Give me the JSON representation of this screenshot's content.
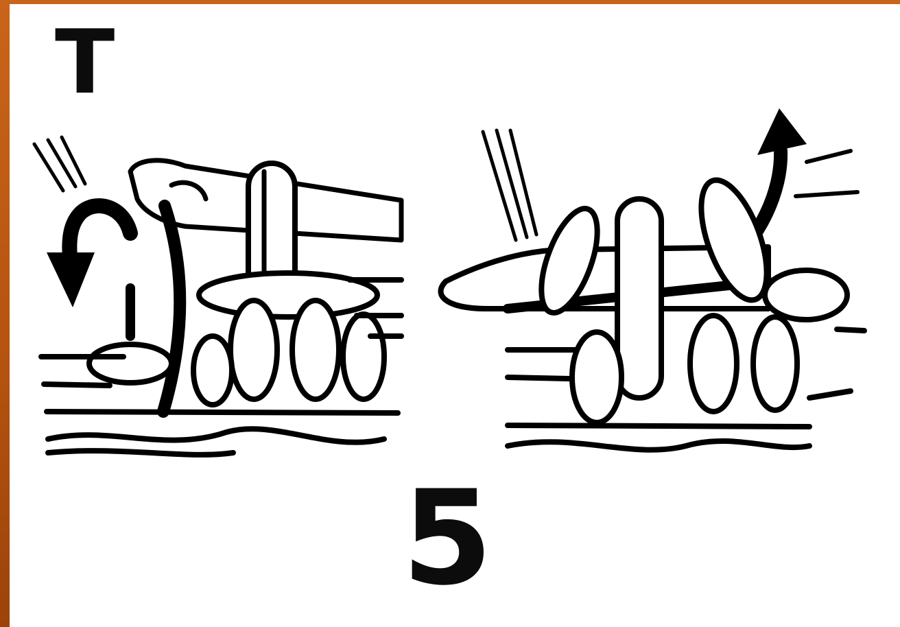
{
  "corner_letter": "T",
  "step_number": "5",
  "colors": {
    "frame": "#b85a14",
    "ink": "#0c0c0c",
    "paper": "#ffffff"
  },
  "figures": [
    {
      "name": "hook-inserted-yarn-over",
      "arrow": "curved-down-left"
    },
    {
      "name": "yarn-pulled-through",
      "arrow": "curved-up"
    }
  ]
}
